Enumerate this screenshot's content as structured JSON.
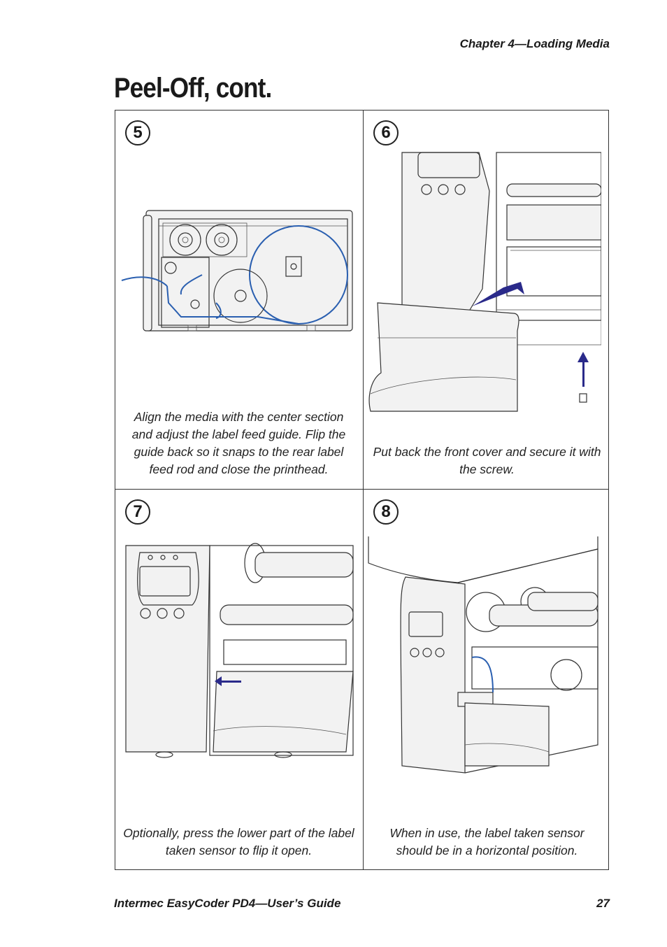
{
  "header": {
    "chapter": "Chapter 4—Loading Media"
  },
  "page_title": "Peel-Off, cont.",
  "steps": [
    {
      "number": "5",
      "caption": "Align the media with the center section and adjust the label feed guide. Flip the guide back so it snaps to the rear label feed rod and close the printhead."
    },
    {
      "number": "6",
      "caption": "Put back the front cover and secure it with the screw."
    },
    {
      "number": "7",
      "caption": "Optionally, press the lower part of the label taken sensor to flip it open."
    },
    {
      "number": "8",
      "caption": "When in use, the label taken sensor should be in a horizontal position."
    }
  ],
  "footer": {
    "guide_title": "Intermec EasyCoder PD4—User’s Guide",
    "page_number": "27"
  },
  "colors": {
    "arrow_blue": "#2a5fb0",
    "arrow_navy": "#2a2a8a",
    "border": "#333333"
  }
}
